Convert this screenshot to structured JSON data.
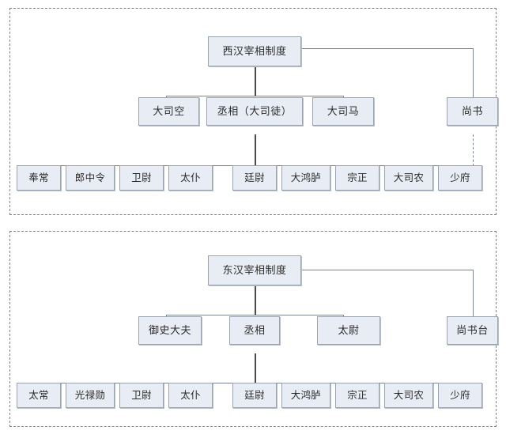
{
  "diagram": {
    "type": "org-chart",
    "title_note": "Han dynasty chancellor (prime minister) system comparison",
    "panels": [
      {
        "id": "western-han",
        "root": {
          "label": "西汉宰相制度"
        },
        "level2": [
          {
            "label": "大司空"
          },
          {
            "label": "丞相（大司徒）"
          },
          {
            "label": "大司马"
          },
          {
            "label": "尚书",
            "detached": true,
            "connector": "dashed-to-level3"
          }
        ],
        "level3_parent": "丞相（大司徒）",
        "level3": [
          {
            "label": "奉常"
          },
          {
            "label": "郎中令"
          },
          {
            "label": "卫尉"
          },
          {
            "label": "太仆"
          },
          {
            "label": "廷尉"
          },
          {
            "label": "大鸿胪"
          },
          {
            "label": "宗正"
          },
          {
            "label": "大司农"
          },
          {
            "label": "少府"
          }
        ]
      },
      {
        "id": "eastern-han",
        "root": {
          "label": "东汉宰相制度"
        },
        "level2": [
          {
            "label": "御史大夫"
          },
          {
            "label": "丞相"
          },
          {
            "label": "太尉"
          },
          {
            "label": "尚书台",
            "detached": true,
            "connector": "none"
          }
        ],
        "level3_parent": "丞相",
        "level3": [
          {
            "label": "太常"
          },
          {
            "label": "光禄勋"
          },
          {
            "label": "卫尉"
          },
          {
            "label": "太仆"
          },
          {
            "label": "廷尉"
          },
          {
            "label": "大鸿胪"
          },
          {
            "label": "宗正"
          },
          {
            "label": "大司农"
          },
          {
            "label": "少府"
          }
        ]
      }
    ],
    "colors": {
      "node_fill": "#e8edf5",
      "node_border": "#9aa4b0",
      "connector": "#7b8591",
      "panel_border": "#808080",
      "text": "#2b2b2b",
      "background": "#ffffff"
    }
  }
}
